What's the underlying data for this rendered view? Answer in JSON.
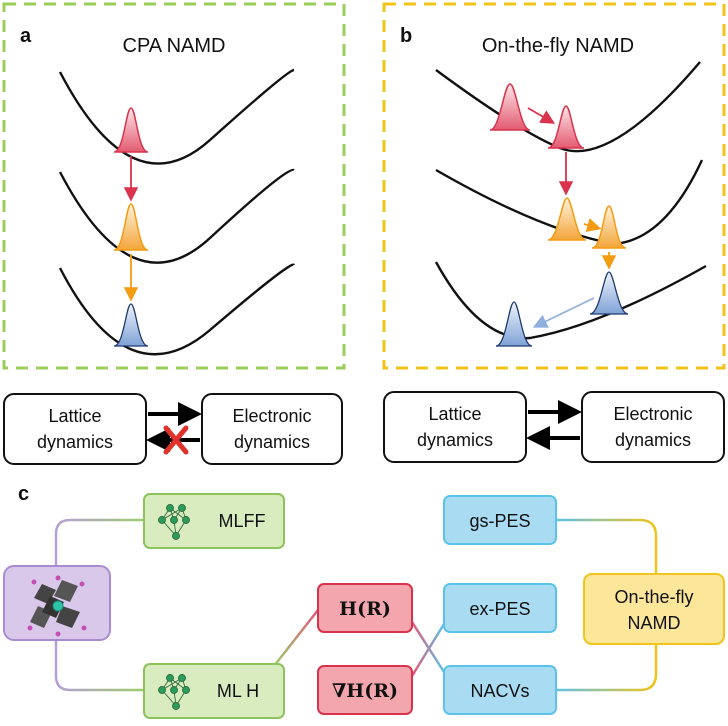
{
  "colors": {
    "panel_a_border": "#9acd5a",
    "panel_b_border": "#f0c419",
    "red": "#d9334d",
    "orange": "#f39c12",
    "blue": "#8fb0dd",
    "green_node": "#d9ecc0",
    "red_node": "#f3a6ad",
    "cyan_node": "#a9dcf3",
    "yellow_node": "#fbe69a",
    "purple_node": "#d9c8ea"
  },
  "panel_a": {
    "letter": "a",
    "title": "CPA NAMD",
    "left_box": [
      "Lattice",
      "dynamics"
    ],
    "right_box": [
      "Electronic",
      "dynamics"
    ]
  },
  "panel_b": {
    "letter": "b",
    "title": "On-the-fly NAMD",
    "left_box": [
      "Lattice",
      "dynamics"
    ],
    "right_box": [
      "Electronic",
      "dynamics"
    ]
  },
  "panel_c": {
    "letter": "c",
    "mlff": "MLFF",
    "mlh": "ML H",
    "h_math": "H(R)",
    "grad_h_math": "∇H(R)",
    "gs_pes": "gs-PES",
    "ex_pes": "ex-PES",
    "nacvs": "NACVs",
    "onthefly": [
      "On-the-fly",
      "NAMD"
    ]
  }
}
